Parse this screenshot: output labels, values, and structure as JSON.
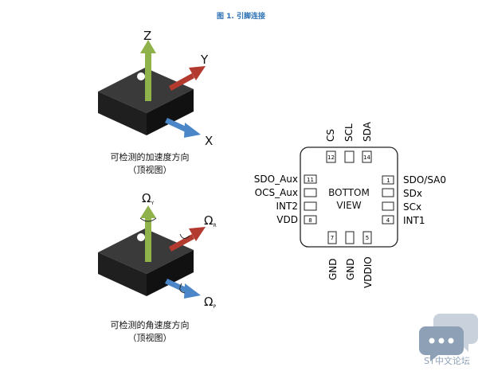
{
  "figure_title": "图 1. 引脚连接",
  "accel": {
    "axis_z": "Z",
    "axis_y": "Y",
    "axis_x": "X",
    "caption_line1": "可检测的加速度方向",
    "caption_line2": "（顶视图）"
  },
  "gyro": {
    "omega_y_main": "Ω",
    "omega_y_sub": "Y",
    "omega_r_main": "Ω",
    "omega_r_sub": "R",
    "omega_p_main": "Ω",
    "omega_p_sub": "P",
    "caption_line1": "可检测的角速度方向",
    "caption_line2": "（顶视图）"
  },
  "package": {
    "center_line1": "BOTTOM",
    "center_line2": "VIEW",
    "top_pins": [
      "CS",
      "SCL",
      "SDA"
    ],
    "top_pin_numbers": [
      "12",
      "",
      "14"
    ],
    "left_pins": [
      "SDO_Aux",
      "OCS_Aux",
      "INT2",
      "VDD"
    ],
    "left_pin_numbers": [
      "11",
      "",
      "",
      "8"
    ],
    "right_pins": [
      "SDO/SA0",
      "SDx",
      "SCx",
      "INT1"
    ],
    "right_pin_numbers": [
      "1",
      "",
      "",
      "4"
    ],
    "bottom_pins": [
      "GND",
      "GND",
      "VDDIO"
    ],
    "bottom_pin_numbers": [
      "7",
      "",
      "5"
    ]
  },
  "watermark": {
    "text": "ST中文论坛"
  },
  "colors": {
    "title_blue": "#2a6fb2",
    "z_arrow": "#8fb34a",
    "y_arrow": "#b23a2e",
    "x_arrow": "#4a86c8",
    "chip_body": "#2b2b2b"
  }
}
